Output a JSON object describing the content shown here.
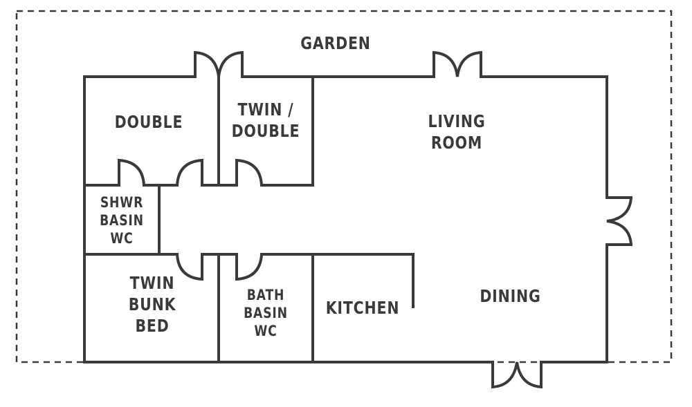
{
  "plan": {
    "garden": "GARDEN",
    "rooms": {
      "double": [
        "DOUBLE"
      ],
      "twin_double": [
        "TWIN /",
        "DOUBLE"
      ],
      "living_room": [
        "LIVING",
        "ROOM"
      ],
      "shwr": [
        "SHWR",
        "BASIN",
        "WC"
      ],
      "twin_bunk": [
        "TWIN",
        "BUNK",
        "BED"
      ],
      "bath": [
        "BATH",
        "BASIN",
        "WC"
      ],
      "kitchen": [
        "KITCHEN"
      ],
      "dining": [
        "DINING"
      ]
    }
  }
}
